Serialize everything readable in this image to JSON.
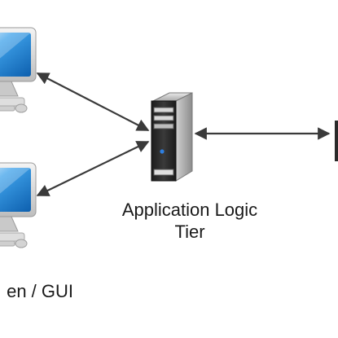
{
  "diagram": {
    "nodes": {
      "application_tier": {
        "label_line1": "Application Logic",
        "label_line2": "Tier",
        "icon": "server-icon"
      },
      "client_tier": {
        "label_fragment": "en / GUI",
        "icons": [
          "desktop-computer-icon",
          "desktop-computer-icon"
        ]
      },
      "data_tier": {
        "icon": "truncated-node-edge"
      }
    },
    "connectors": [
      {
        "from": "client_top",
        "to": "application_tier",
        "style": "double-arrow"
      },
      {
        "from": "client_bottom",
        "to": "application_tier",
        "style": "double-arrow"
      },
      {
        "from": "application_tier",
        "to": "data_tier",
        "style": "double-arrow"
      }
    ],
    "colors": {
      "arrow": "#3a3a3a",
      "screen_blue": "#1a7fd0",
      "server_body": "#2a2a2a",
      "label_text": "#1a1a1a"
    }
  }
}
